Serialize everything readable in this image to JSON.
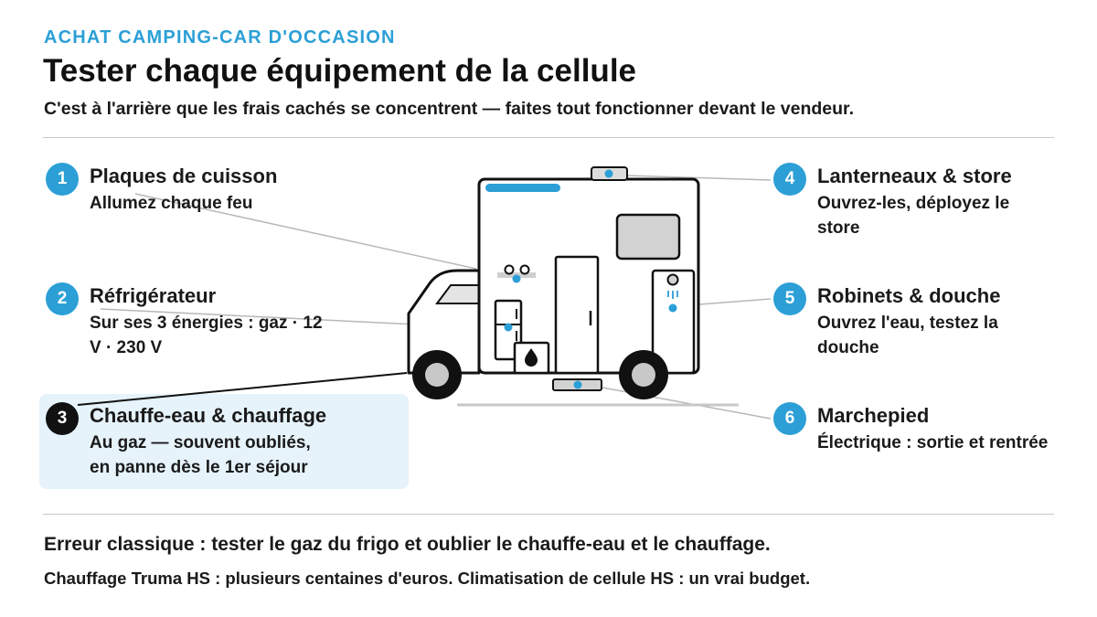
{
  "header": {
    "kicker": "ACHAT CAMPING-CAR D'OCCASION",
    "title": "Tester chaque équipement de la cellule",
    "subtitle": "C'est à l'arrière que les frais cachés se concentrent — faites tout fonctionner devant le vendeur."
  },
  "colors": {
    "accent": "#2b9fd6",
    "highlight_bg": "#e6f3fb",
    "text": "#1a1a1a"
  },
  "items": [
    {
      "num": "1",
      "title": "Plaques de cuisson",
      "desc": "Allumez chaque feu"
    },
    {
      "num": "2",
      "title": "Réfrigérateur",
      "desc": "Sur ses 3 énergies : gaz · 12 V · 230 V"
    },
    {
      "num": "3",
      "title": "Chauffe-eau & chauffage",
      "desc": "Au gaz — souvent oubliés, en panne dès le 1er séjour",
      "highlighted": true
    },
    {
      "num": "4",
      "title": "Lanterneaux & store",
      "desc": "Ouvrez-les, déployez le store"
    },
    {
      "num": "5",
      "title": "Robinets & douche",
      "desc": "Ouvrez l'eau, testez la douche"
    },
    {
      "num": "6",
      "title": "Marchepied",
      "desc": "Électrique : sortie et rentrée"
    }
  ],
  "footer": {
    "warning": "Erreur classique : tester le gaz du frigo et oublier le chauffe-eau et le chauffage.",
    "costs": "Chauffage Truma HS : plusieurs centaines d'euros. Climatisation de cellule HS : un vrai budget."
  }
}
